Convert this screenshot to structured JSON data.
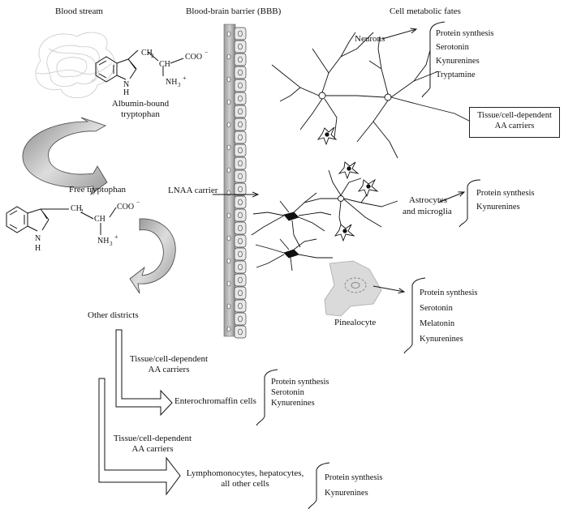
{
  "headers": {
    "blood_stream": "Blood stream",
    "bbb": "Blood-brain barrier (BBB)",
    "cell_fates": "Cell metabolic fates"
  },
  "labels": {
    "albumin_bound": [
      "Albumin-bound",
      "tryptophan"
    ],
    "free_tryptophan": "Free tryptophan",
    "other_districts": "Other districts",
    "lnaa_carrier": "LNAA carrier",
    "neurons": "Neurons",
    "astrocytes": [
      "Astrocytes",
      "and microglia"
    ],
    "pinealocyte": "Pinealocyte",
    "enterochromaffin": "Enterochromaffin cells",
    "lymphomonocytes": [
      "Lymphomonocytes, hepatocytes,",
      "all other cells"
    ],
    "carriers_box": [
      "Tissue/cell-dependent",
      "AA carriers"
    ],
    "carriers_1": [
      "Tissue/cell-dependent",
      "AA carriers"
    ],
    "carriers_2": [
      "Tissue/cell-dependent",
      "AA carriers"
    ]
  },
  "molecule": {
    "ch2": "CH",
    "ch2_sub": "2",
    "ch": "CH",
    "cooh": "COO",
    "cooh_sup": "−",
    "nh3": "NH",
    "nh3_sub": "3",
    "nh3_sup": "+",
    "n": "N",
    "h": "H"
  },
  "fates": {
    "neurons": [
      "Protein synthesis",
      "Serotonin",
      "Kynurenines",
      "Tryptamine"
    ],
    "astrocytes": [
      "Protein synthesis",
      "Kynurenines"
    ],
    "pinealocyte": [
      "Protein synthesis",
      "Serotonin",
      "Melatonin",
      "Kynurenines"
    ],
    "enterochromaffin": [
      "Protein synthesis",
      "Serotonin",
      "Kynurenines"
    ],
    "lymphomonocytes": [
      "Protein synthesis",
      "Kynurenines"
    ]
  }
}
